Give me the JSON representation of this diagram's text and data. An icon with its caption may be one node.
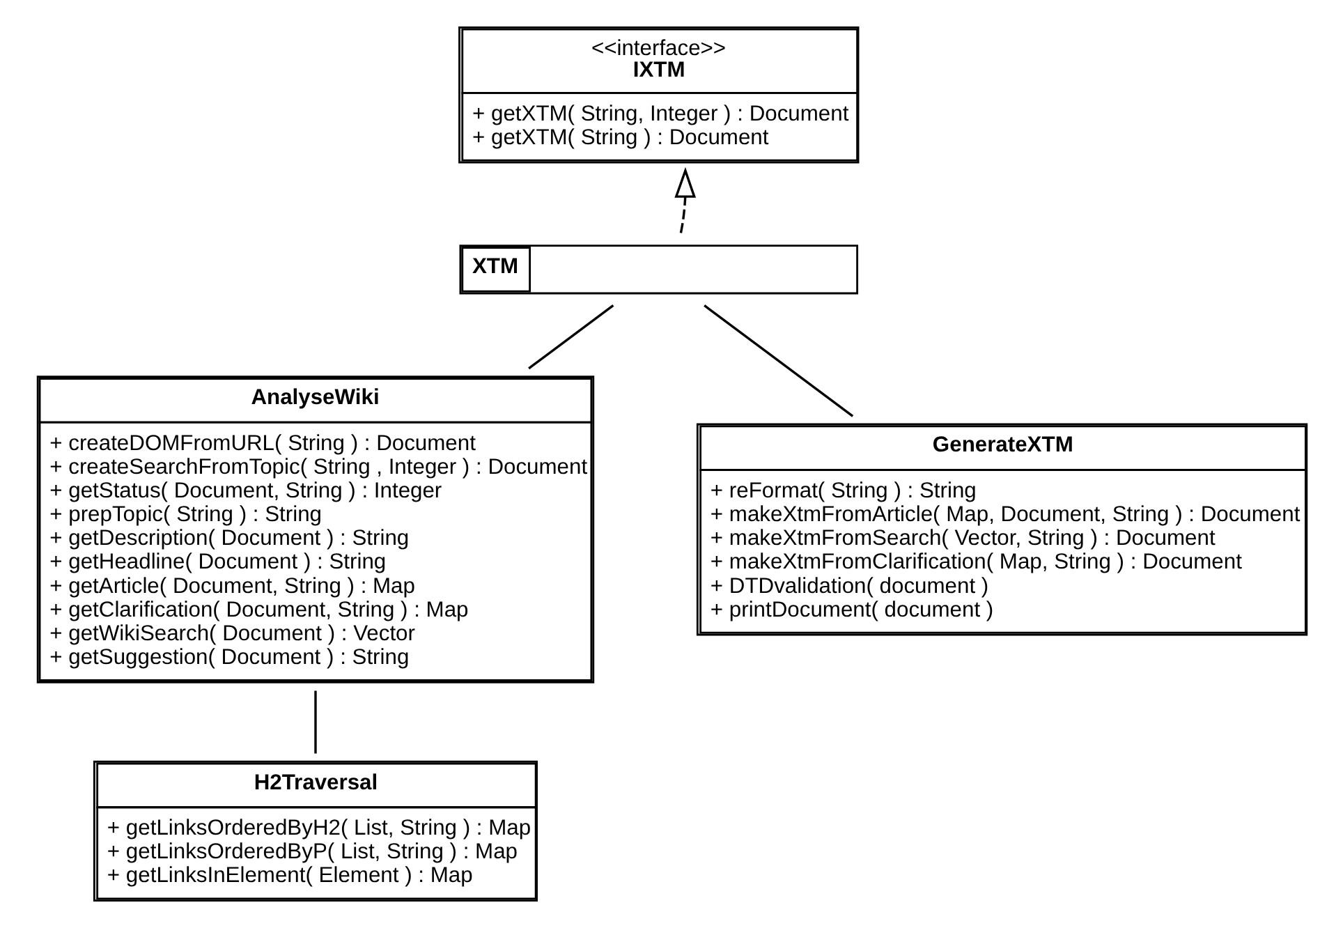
{
  "diagram": {
    "nodes": [
      {
        "text": [
          "<<interface>>",
          "IXTM",
          "+ getXTM( String, Integer ) : Document",
          "+ getXTM( String ) : Document"
        ]
      },
      {
        "text": [
          "XTM"
        ]
      },
      {
        "text": [
          "AnalyseWiki",
          "+ createDOMFromURL( String ) : Document",
          "+ createSearchFromTopic( String , Integer ) : Document",
          "+ getStatus( Document, String ) : Integer",
          "+ prepTopic( String ) : String",
          "+ getDescription( Document ) : String",
          "+ getHeadline( Document ) : String",
          "+ getArticle( Document, String ) : Map",
          "+ getClarification( Document, String ) : Map",
          "+ getWikiSearch( Document ) : Vector",
          "+ getSuggestion( Document ) : String"
        ]
      },
      {
        "text": [
          "GenerateXTM",
          "+ reFormat( String ) : String",
          "+ makeXtmFromArticle( Map, Document, String ) : Document",
          "+ makeXtmFromSearch( Vector, String ) : Document",
          "+ makeXtmFromClarification( Map, String ) : Document",
          "+ DTDvalidation( document )",
          "+ printDocument( document )"
        ]
      },
      {
        "text": [
          "H2Traversal",
          "+ getLinksOrderedByH2( List, String ) : Map",
          "+ getLinksOrderedByP( List, String ) : Map",
          "+ getLinksInElement( Element ) : Map"
        ]
      }
    ],
    "edges": [
      {
        "from": 1,
        "to": 0,
        "arrow": "to",
        "style": "dashed"
      },
      {
        "from": 1,
        "to": 2,
        "arrow": "none"
      },
      {
        "from": 1,
        "to": 3,
        "arrow": "none"
      },
      {
        "from": 2,
        "to": 4,
        "arrow": "none"
      }
    ]
  }
}
